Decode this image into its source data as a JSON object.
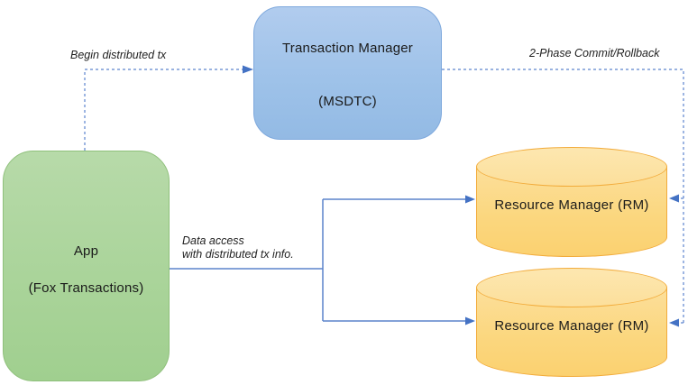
{
  "nodes": {
    "transaction_manager": {
      "title": "Transaction Manager",
      "subtitle": "(MSDTC)"
    },
    "app": {
      "title": "App",
      "subtitle": "(Fox Transactions)"
    },
    "resource_manager_1": {
      "label": "Resource Manager (RM)"
    },
    "resource_manager_2": {
      "label": "Resource Manager (RM)"
    }
  },
  "edges": {
    "begin_tx": {
      "label": "Begin distributed tx",
      "style": "dashed",
      "from": "app",
      "to": "transaction_manager"
    },
    "two_phase": {
      "label": "2-Phase Commit/Rollback",
      "style": "dashed",
      "from": "transaction_manager",
      "to": "resource managers"
    },
    "data_access": {
      "label_line1": "Data access",
      "label_line2": "with distributed tx info.",
      "style": "solid",
      "from": "app",
      "to": "resource managers"
    }
  },
  "colors": {
    "transaction_manager_fill": "#9ec2e9",
    "transaction_manager_border": "#7fa9dd",
    "app_fill": "#aad49a",
    "app_border": "#8fc07b",
    "resource_manager_fill": "#fbd77f",
    "resource_manager_border": "#f2ab3a",
    "connector_blue": "#4472c4",
    "text": "#1a1a1a",
    "background": "#ffffff"
  }
}
